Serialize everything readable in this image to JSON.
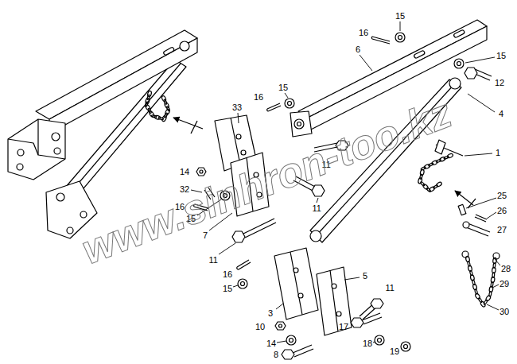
{
  "diagram": {
    "labels": [
      "15",
      "16",
      "6",
      "15",
      "12",
      "4",
      "15",
      "16",
      "33",
      "11",
      "1",
      "14",
      "32",
      "16",
      "15",
      "11",
      "7",
      "11",
      "25",
      "26",
      "27",
      "16",
      "15",
      "28",
      "29",
      "30",
      "5",
      "3",
      "11",
      "10",
      "14",
      "17",
      "18",
      "19",
      "8",
      "www.sinhron-too.kz"
    ]
  }
}
